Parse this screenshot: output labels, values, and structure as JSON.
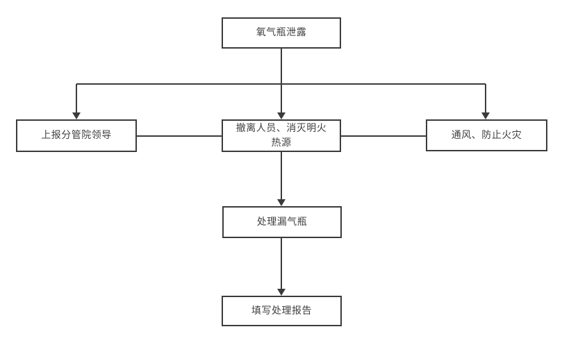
{
  "diagram": {
    "type": "flowchart",
    "background_color": "#ffffff",
    "line_color": "#3b3b3b",
    "text_color": "#3f3f3f",
    "nodes": {
      "start": {
        "label": "氧气瓶泄露"
      },
      "report_leader": {
        "label": "上报分管院领导"
      },
      "evacuate": {
        "label": "撤离人员、消灭明火热源"
      },
      "ventilate": {
        "label": "通风、防止火灾"
      },
      "handle_cylinder": {
        "label": "处理漏气瓶"
      },
      "fill_report": {
        "label": "填写处理报告"
      }
    },
    "edges": [
      {
        "from": "start",
        "to": "report_leader",
        "arrow": true
      },
      {
        "from": "start",
        "to": "evacuate",
        "arrow": true
      },
      {
        "from": "start",
        "to": "ventilate",
        "arrow": true
      },
      {
        "from": "report_leader",
        "to": "evacuate",
        "arrow": false
      },
      {
        "from": "evacuate",
        "to": "ventilate",
        "arrow": false
      },
      {
        "from": "evacuate",
        "to": "handle_cylinder",
        "arrow": true
      },
      {
        "from": "handle_cylinder",
        "to": "fill_report",
        "arrow": true
      }
    ]
  }
}
